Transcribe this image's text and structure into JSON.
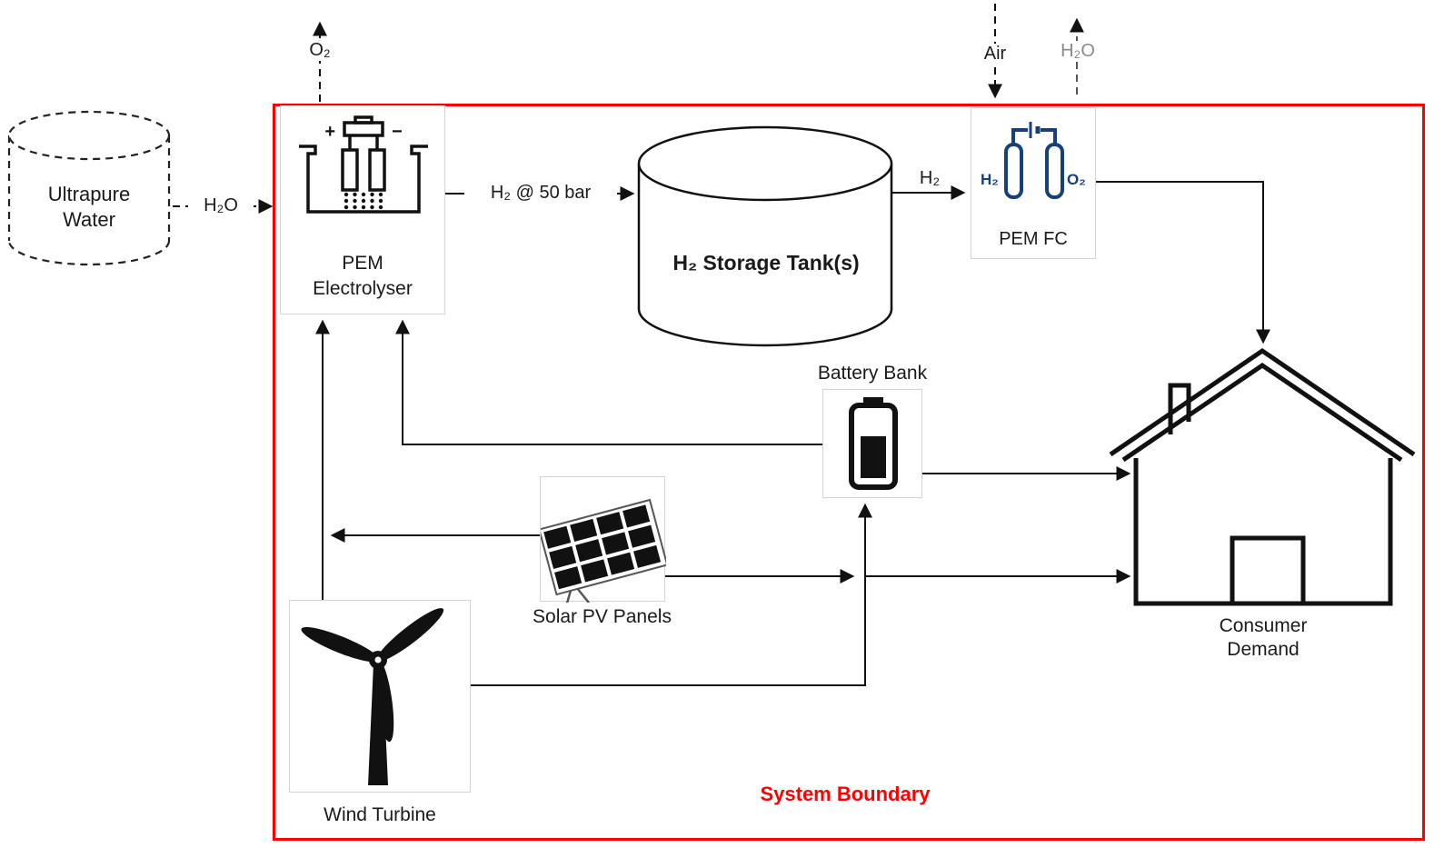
{
  "diagram": {
    "boundary_label": "System Boundary",
    "colors": {
      "boundary": "#ff0000",
      "fuel_cell_blue": "#16407a",
      "muted_gray": "#8a8a8a",
      "line": "#111111"
    }
  },
  "nodes": {
    "ultrapure_water": {
      "line1": "Ultrapure",
      "line2": "Water"
    },
    "electrolyser": {
      "line1": "PEM",
      "line2": "Electrolyser",
      "plus": "+",
      "minus": "−"
    },
    "storage_tank": {
      "label": "H₂ Storage Tank(s)"
    },
    "pem_fc": {
      "label": "PEM FC",
      "h2": "H₂",
      "o2": "O₂"
    },
    "battery": {
      "label": "Battery Bank"
    },
    "solar": {
      "label": "Solar PV Panels"
    },
    "wind": {
      "label": "Wind Turbine"
    },
    "house": {
      "line1": "Consumer",
      "line2": "Demand"
    }
  },
  "flows": {
    "h2o_in": {
      "label": "H₂O"
    },
    "o2_out": {
      "label": "O₂"
    },
    "h2_50bar": {
      "label": "H₂ @ 50 bar"
    },
    "h2_to_fc": {
      "label": "H₂"
    },
    "air_in": {
      "label": "Air"
    },
    "h2o_out": {
      "label": "H₂O"
    }
  }
}
